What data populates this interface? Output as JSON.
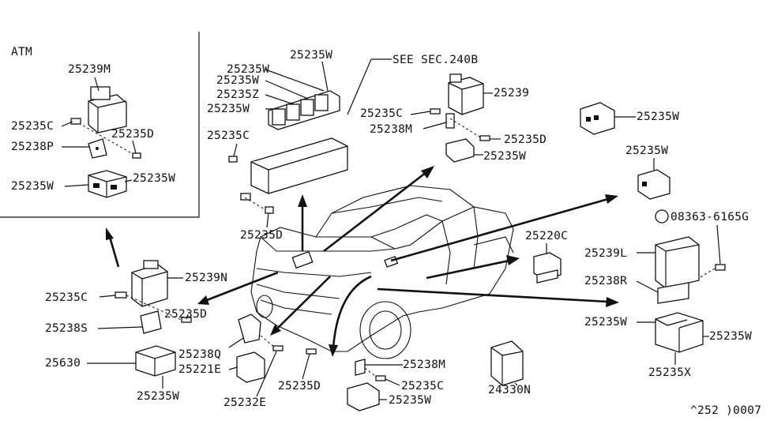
{
  "inset": {
    "title": "ATM"
  },
  "ref": {
    "see_sec": "SEE SEC.240B"
  },
  "footer": {
    "code": "^252 )0007"
  },
  "labels": [
    {
      "id": "a1",
      "text": "25239M"
    },
    {
      "id": "a2",
      "text": "25235C"
    },
    {
      "id": "a3",
      "text": "25235D"
    },
    {
      "id": "a4",
      "text": "25238P"
    },
    {
      "id": "a5",
      "text": "25235W"
    },
    {
      "id": "a6",
      "text": "25235W"
    },
    {
      "id": "b1",
      "text": "25235W"
    },
    {
      "id": "b2",
      "text": "25235W"
    },
    {
      "id": "b3",
      "text": "25235W"
    },
    {
      "id": "b4",
      "text": "25235Z"
    },
    {
      "id": "b5",
      "text": "25235W"
    },
    {
      "id": "b6",
      "text": "25235C"
    },
    {
      "id": "b7",
      "text": "25235D"
    },
    {
      "id": "c1",
      "text": "25239"
    },
    {
      "id": "c2",
      "text": "25235C"
    },
    {
      "id": "c3",
      "text": "25238M"
    },
    {
      "id": "c4",
      "text": "25235D"
    },
    {
      "id": "c5",
      "text": "25235W"
    },
    {
      "id": "d1",
      "text": "25235W"
    },
    {
      "id": "d2",
      "text": "25235W"
    },
    {
      "id": "d3",
      "text": "08363-6165G"
    },
    {
      "id": "d4",
      "text": "25220C"
    },
    {
      "id": "d5",
      "text": "25239L"
    },
    {
      "id": "d6",
      "text": "25238R"
    },
    {
      "id": "d7",
      "text": "25235W"
    },
    {
      "id": "d8",
      "text": "25235W"
    },
    {
      "id": "d9",
      "text": "25235X"
    },
    {
      "id": "e1",
      "text": "25239N"
    },
    {
      "id": "e2",
      "text": "25235C"
    },
    {
      "id": "e3",
      "text": "25235D"
    },
    {
      "id": "e4",
      "text": "25238S"
    },
    {
      "id": "e5",
      "text": "25630"
    },
    {
      "id": "e6",
      "text": "25235W"
    },
    {
      "id": "f1",
      "text": "25238Q"
    },
    {
      "id": "f2",
      "text": "25221E"
    },
    {
      "id": "f3",
      "text": "25232E"
    },
    {
      "id": "f4",
      "text": "25235D"
    },
    {
      "id": "g1",
      "text": "25238M"
    },
    {
      "id": "g2",
      "text": "25235C"
    },
    {
      "id": "g3",
      "text": "25235W"
    },
    {
      "id": "g4",
      "text": "24330N"
    }
  ]
}
